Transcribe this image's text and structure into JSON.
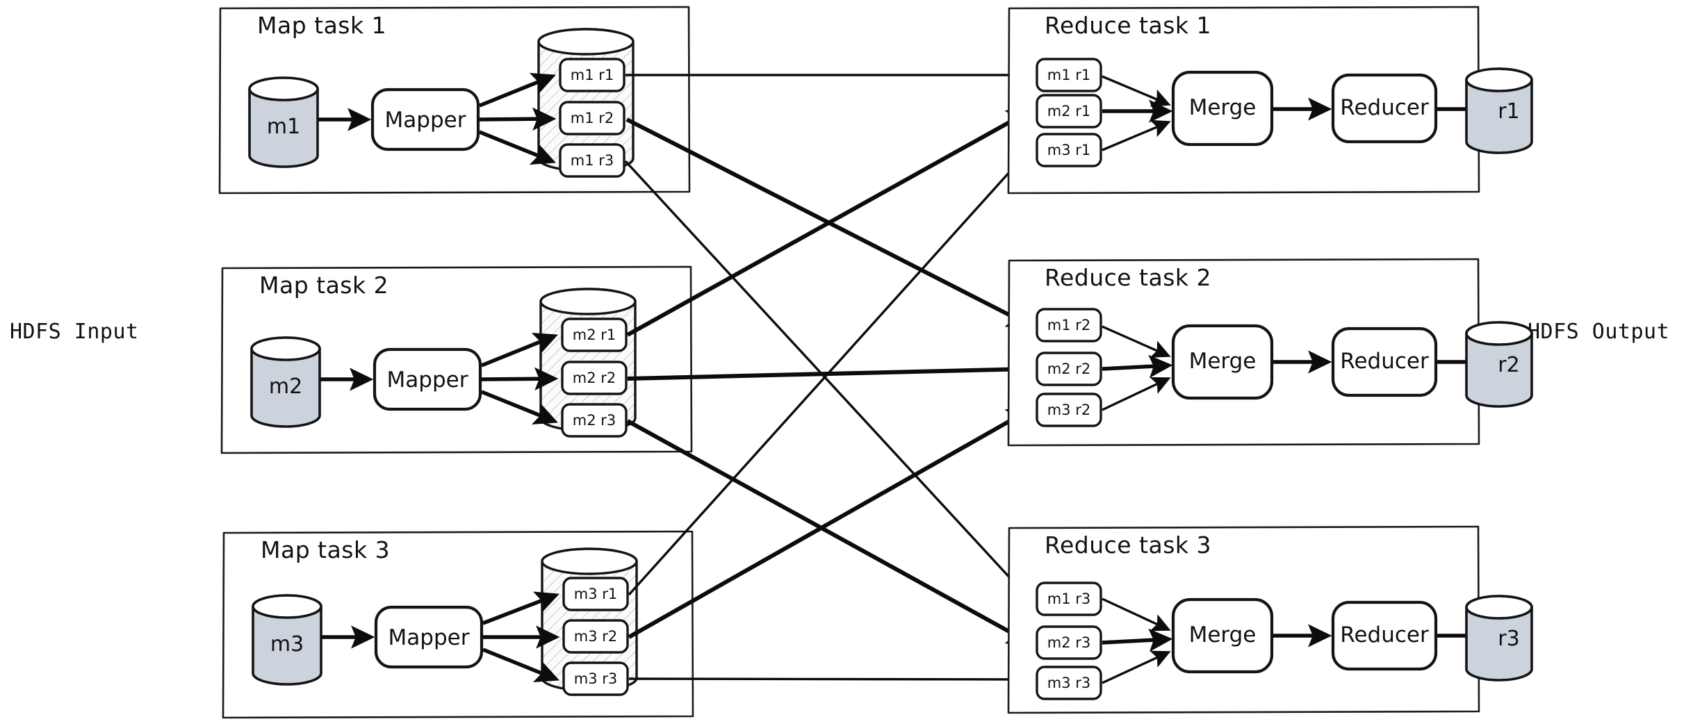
{
  "diagram": {
    "title_visible": false,
    "background": "#ffffff",
    "ink_color": "#0c0c0c",
    "cylinder_fill": "#ccd3dd",
    "store_fill": "#f7f7f7"
  },
  "side_labels": {
    "input": "HDFS Input",
    "output": "HDFS Output"
  },
  "map_tasks": [
    {
      "title": "Map task 1",
      "input_block": "m1",
      "processor": "Mapper",
      "partitions": [
        "m1 r1",
        "m1 r2",
        "m1 r3"
      ]
    },
    {
      "title": "Map task 2",
      "input_block": "m2",
      "processor": "Mapper",
      "partitions": [
        "m2 r1",
        "m2 r2",
        "m2 r3"
      ]
    },
    {
      "title": "Map task 3",
      "input_block": "m3",
      "processor": "Mapper",
      "partitions": [
        "m3 r1",
        "m3 r2",
        "m3 r3"
      ]
    }
  ],
  "reduce_tasks": [
    {
      "title": "Reduce task 1",
      "inputs": [
        "m1 r1",
        "m2 r1",
        "m3 r1"
      ],
      "merge": "Merge",
      "processor": "Reducer",
      "output_block": "r1"
    },
    {
      "title": "Reduce task 2",
      "inputs": [
        "m1 r2",
        "m2 r2",
        "m3 r2"
      ],
      "merge": "Merge",
      "processor": "Reducer",
      "output_block": "r2"
    },
    {
      "title": "Reduce task 3",
      "inputs": [
        "m1 r3",
        "m2 r3",
        "m3 r3"
      ],
      "merge": "Merge",
      "processor": "Reducer",
      "output_block": "r3"
    }
  ],
  "shuffle_edges": [
    {
      "from": "m1 r1",
      "to": "m1 r1 (Reduce task 1)"
    },
    {
      "from": "m1 r2",
      "to": "m1 r2 (Reduce task 2)"
    },
    {
      "from": "m1 r3",
      "to": "m1 r3 (Reduce task 3)"
    },
    {
      "from": "m2 r1",
      "to": "m2 r1 (Reduce task 1)"
    },
    {
      "from": "m2 r2",
      "to": "m2 r2 (Reduce task 2)"
    },
    {
      "from": "m2 r3",
      "to": "m2 r3 (Reduce task 3)"
    },
    {
      "from": "m3 r1",
      "to": "m3 r1 (Reduce task 1)"
    },
    {
      "from": "m3 r2",
      "to": "m3 r2 (Reduce task 2)"
    },
    {
      "from": "m3 r3",
      "to": "m3 r3 (Reduce task 3)"
    }
  ]
}
